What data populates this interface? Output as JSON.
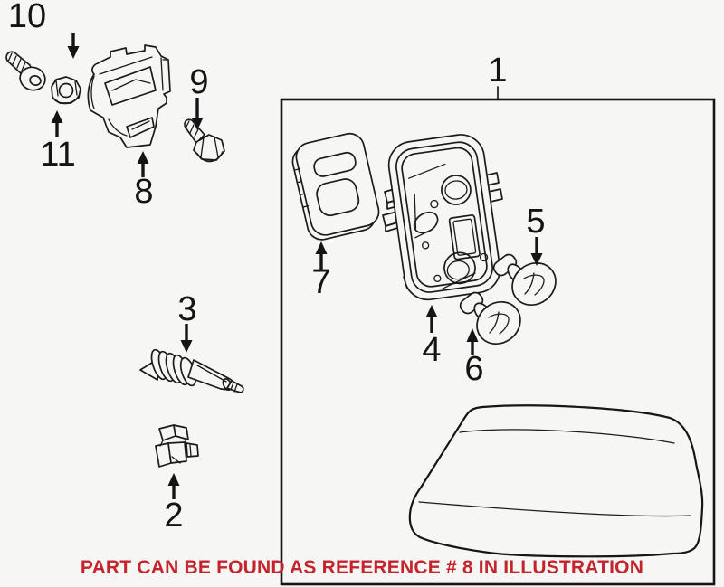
{
  "colors": {
    "background": "#f6f6f5",
    "line": "#1b1b1b",
    "note_red": "#c5242c"
  },
  "callouts": {
    "c1": {
      "label": "1"
    },
    "c2": {
      "label": "2"
    },
    "c3": {
      "label": "3"
    },
    "c4": {
      "label": "4"
    },
    "c5": {
      "label": "5"
    },
    "c6": {
      "label": "6"
    },
    "c7": {
      "label": "7"
    },
    "c8": {
      "label": "8"
    },
    "c9": {
      "label": "9"
    },
    "c10": {
      "label": "10"
    },
    "c11": {
      "label": "11"
    }
  },
  "note": {
    "text": "PART CAN BE FOUND AS REFERENCE # 8 IN ILLUSTRATION"
  }
}
